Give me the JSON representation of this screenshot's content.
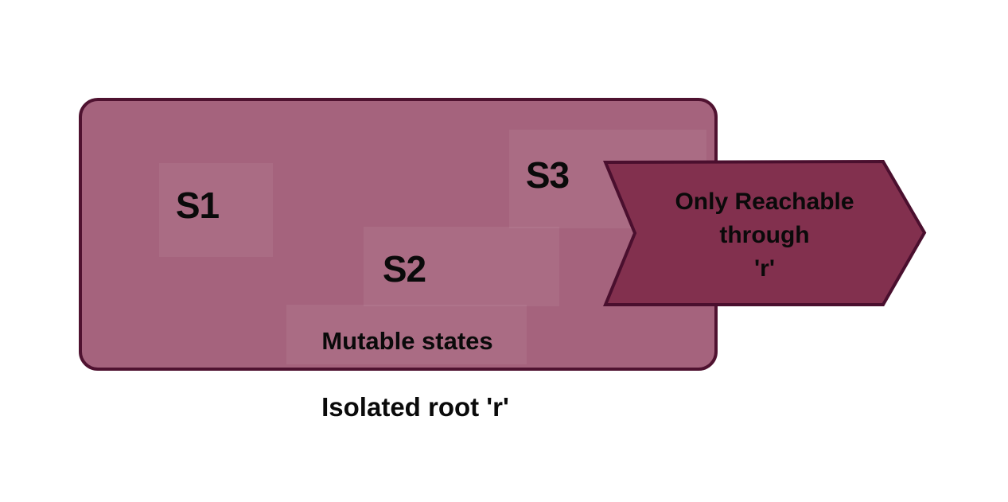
{
  "colors": {
    "background": "#ffffff",
    "root_fill": "#a5637d",
    "root_border": "#4f1230",
    "state_box_fill": "rgba(255,255,255,0.06)",
    "arrow_fill": "#82304e",
    "arrow_border": "#4a0f2e",
    "text": "#0a0a0a"
  },
  "diagram": {
    "root_caption": "Isolated root 'r'",
    "mutable_label": "Mutable states",
    "states": [
      {
        "label": "S1"
      },
      {
        "label": "S2"
      },
      {
        "label": "S3"
      }
    ],
    "arrow": {
      "lines": {
        "0": "Only Reachable",
        "1": "through",
        "2": "'r'"
      }
    }
  }
}
